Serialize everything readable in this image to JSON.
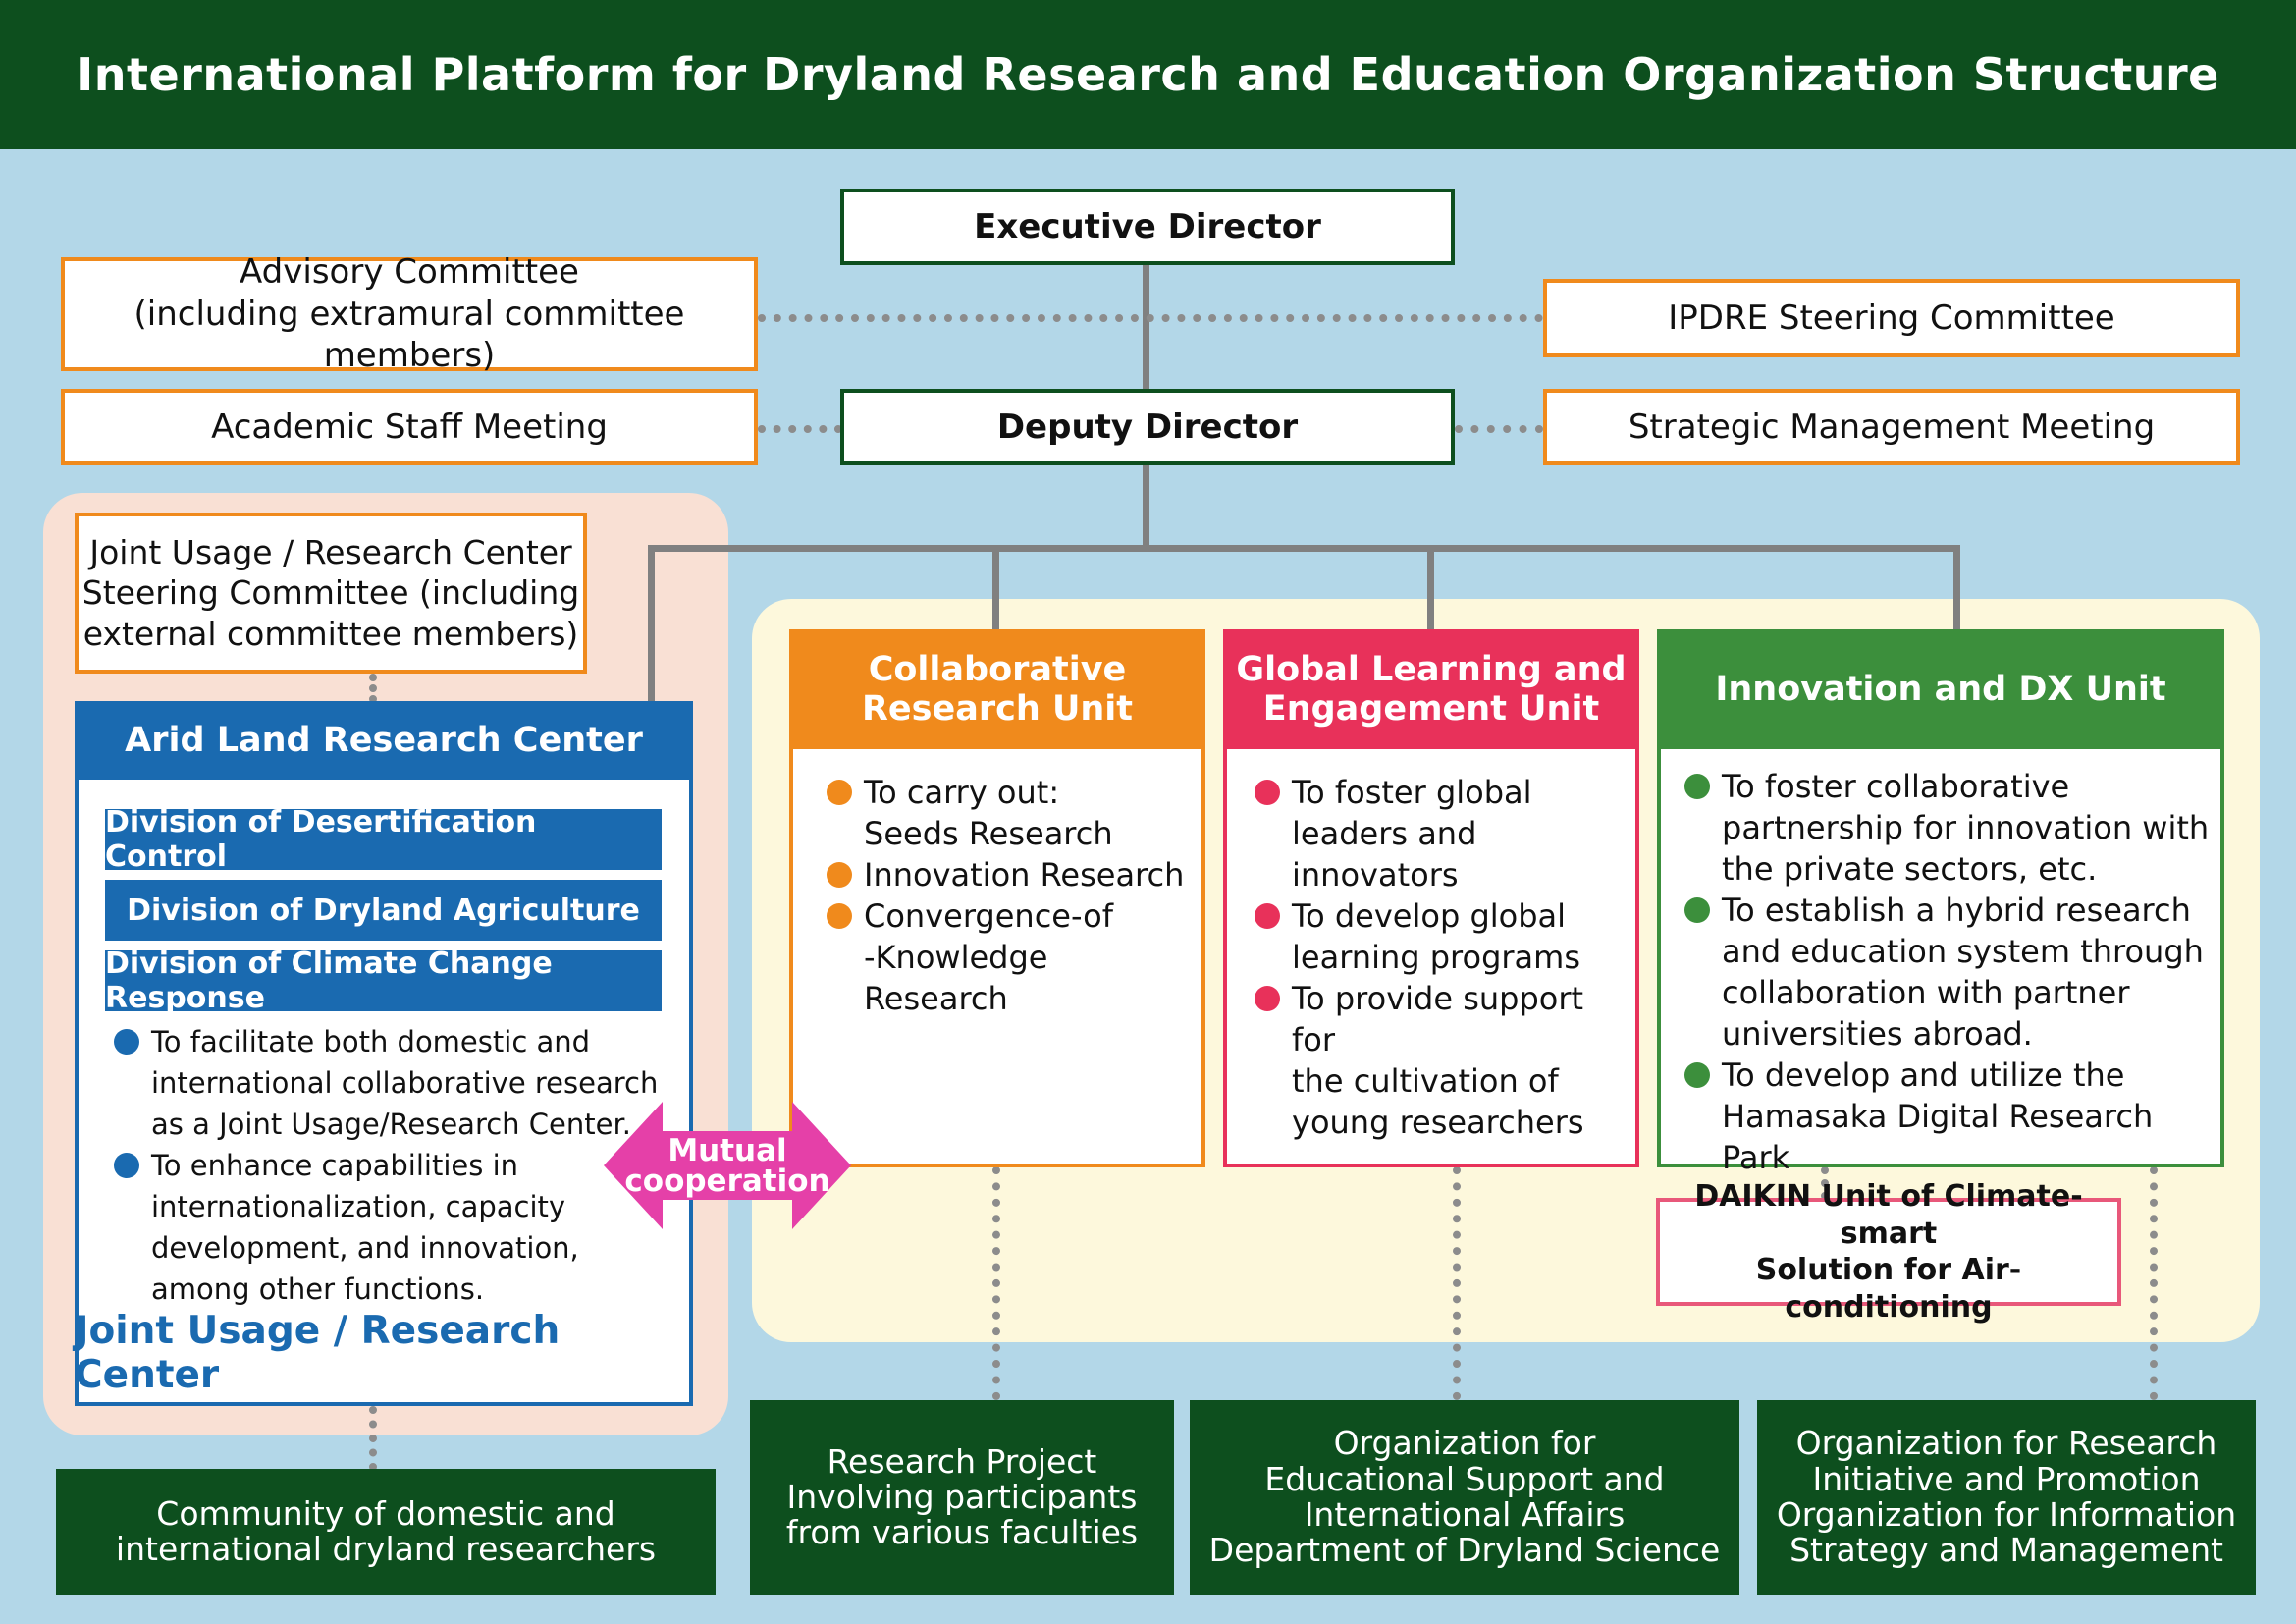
{
  "header": {
    "title": "International Platform for Dryland Research and Education Organization Structure"
  },
  "leadership": {
    "executive_director": "Executive Director",
    "deputy_director": "Deputy Director",
    "advisory_committee_line1": "Advisory Committee",
    "advisory_committee_line2": "(including extramural committee members)",
    "academic_staff_meeting": "Academic Staff Meeting",
    "steering_committee": "IPDRE Steering Committee",
    "strategic_meeting": "Strategic Management Meeting"
  },
  "left": {
    "committee_line1": "Joint Usage / Research Center",
    "committee_line2": "Steering Committee (including",
    "committee_line3": "external committee members)",
    "center_title": "Arid Land Research Center",
    "divisions": [
      "Division of Desertification Control",
      "Division of Dryland Agriculture",
      "Division of Climate Change Response"
    ],
    "bullet1": "To facilitate both domestic and international collaborative research as a Joint Usage/Research Center.",
    "bullet2": "To enhance capabilities in internationalization, capacity development, and innovation, among other functions.",
    "footer": "Joint Usage / Research Center",
    "bullet_color": "#1a6ab0"
  },
  "mutual": {
    "line1": "Mutual",
    "line2": "cooperation",
    "color": "#e540a8"
  },
  "units": [
    {
      "title_line1": "Collaborative",
      "title_line2": "Research Unit",
      "color": "#f08a1c",
      "items": [
        "To carry out:\nSeeds Research",
        "Innovation Research",
        "Convergence-of\n-Knowledge Research"
      ]
    },
    {
      "title_line1": "Global Learning and",
      "title_line2": "Engagement Unit",
      "color": "#e8315a",
      "items": [
        "To foster global\nleaders and innovators",
        "To develop global\nlearning programs",
        "To provide support for\nthe cultivation of\nyoung researchers"
      ]
    },
    {
      "title_line1": "Innovation and DX Unit",
      "title_line2": "",
      "color": "#3c8f3c",
      "items": [
        "To foster collaborative\npartnership for innovation with\nthe private sectors, etc.",
        "To establish a hybrid research\nand education system through\ncollaboration with partner\nuniversities abroad.",
        "To develop and utilize the\nHamasaka Digital Research Park"
      ]
    }
  ],
  "daikin": {
    "line1": "DAIKIN  Unit of Climate-smart",
    "line2": "Solution for Air-conditioning"
  },
  "bottom": {
    "community_line1": "Community of domestic and",
    "community_line2": "international dryland researchers",
    "research_project": [
      "Research Project",
      "Involving participants",
      "from various faculties"
    ],
    "org_education": [
      "Organization for",
      "Educational Support and",
      "International Affairs",
      "Department of Dryland Science"
    ],
    "org_research": [
      "Organization for Research",
      "Initiative and Promotion",
      "Organization for Information",
      "Strategy and Management"
    ]
  }
}
